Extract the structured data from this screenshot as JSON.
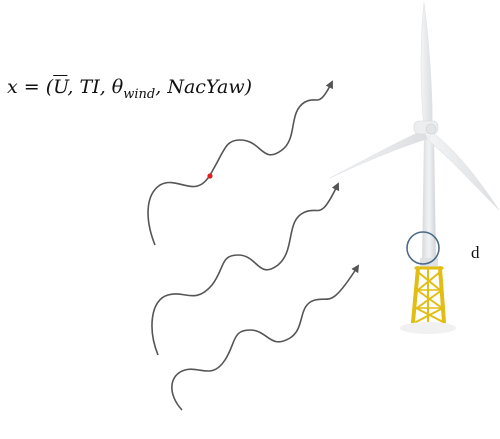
{
  "formula": {
    "lhs": "x",
    "eq": " = (",
    "u": "U",
    "sep1": ", ",
    "ti": "TI",
    "sep2": ", ",
    "theta": "θ",
    "theta_sub": "wind",
    "sep3": ", ",
    "nacyaw": "NacYaw",
    "close": ")"
  },
  "diameter_label": "d",
  "colors": {
    "wave": "#555555",
    "tower": "#e9eaec",
    "jacket": "#e7c21a",
    "circle": "#4a6a86",
    "marker": "#e02020"
  }
}
